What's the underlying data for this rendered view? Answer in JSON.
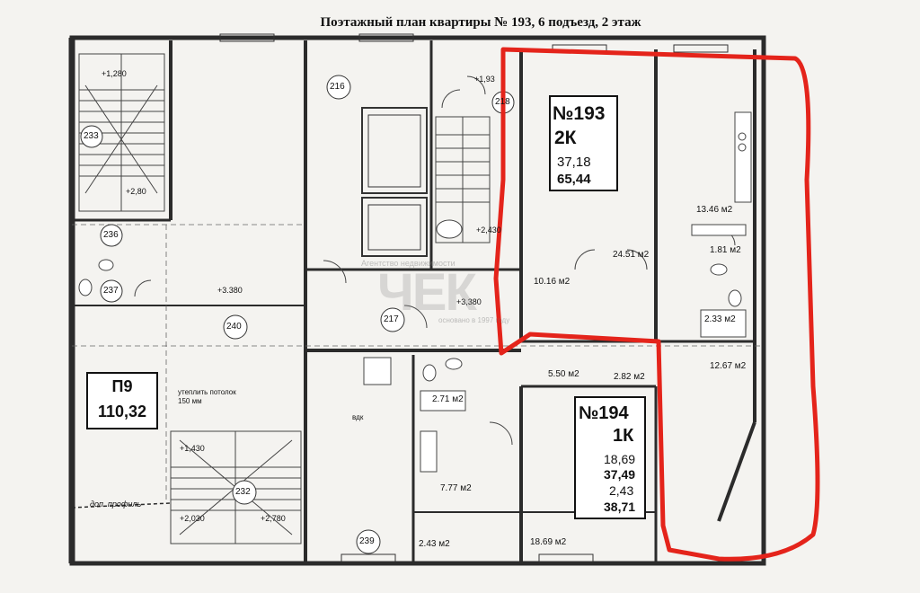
{
  "title": "Поэтажный план квартиры № 193, 6 подъезд, 2 этаж",
  "apartment_193": {
    "number": "№193",
    "type": "2К",
    "living": "37,18",
    "total": "65,44"
  },
  "apartment_194": {
    "number": "№194",
    "type": "1К",
    "v1": "18,69",
    "v2": "37,49",
    "v3": "2,43",
    "v4": "38,71"
  },
  "commercial": {
    "name": "П9",
    "area": "110,32"
  },
  "room_numbers": [
    "216",
    "233",
    "236",
    "237",
    "240",
    "217",
    "232",
    "239",
    "218"
  ],
  "areas": {
    "a1": "13.46 м2",
    "a2": "24.51 м2",
    "a3": "1.81 м2",
    "a4": "2.33 м2",
    "a5": "12.67 м2",
    "a6": "10.16 м2",
    "a7": "5.50 м2",
    "a8": "2.82 м2",
    "a9": "2.71 м2",
    "a10": "7.77 м2",
    "a11": "2.43 м2",
    "a12": "18.69 м2"
  },
  "levels": {
    "l1": "+1,280",
    "l2": "+3.380",
    "l3": "+3,380",
    "l4": "+1,430",
    "l5": "+2,030",
    "l6": "+2,780",
    "l7": "+2,430",
    "l8": "+2,80",
    "l9": "+1,93"
  },
  "notes": {
    "insulation": "утеплить потолок 150 мм",
    "profile": "доп. профиль",
    "duct": "вдк"
  },
  "watermark": {
    "agency": "Агентство недвижимости",
    "founded": "основано в 1997 году",
    "brand": "ЧЕК"
  },
  "colors": {
    "highlight": "#e4241b",
    "wall": "#2b2b2b",
    "paper": "#f4f3f0"
  }
}
